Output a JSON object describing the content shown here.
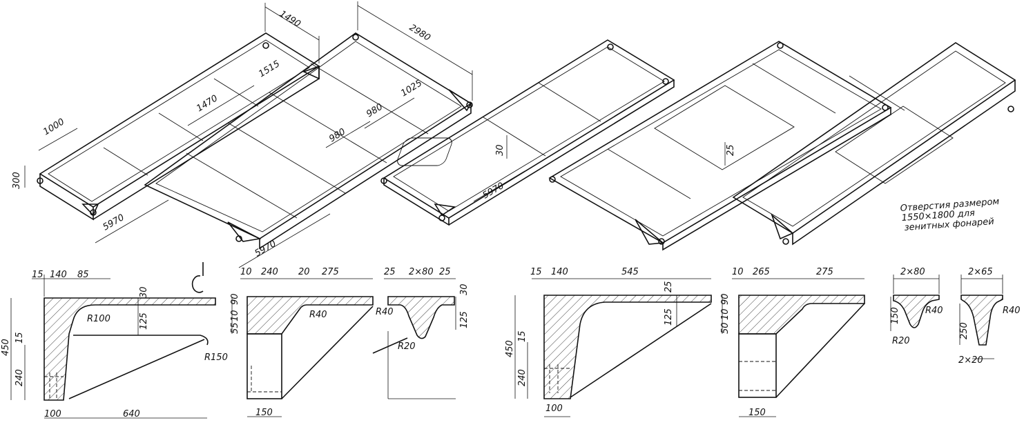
{
  "panels_3d": {
    "dims": {
      "w1490": "1490",
      "w2980": "2980",
      "d1515": "1515",
      "d1470": "1470",
      "d1025": "1025",
      "d980a": "980",
      "d980b": "980",
      "d1000": "1000",
      "h300": "300",
      "l5970a": "5970",
      "l5970b": "5970",
      "l5970c": "5970",
      "t30": "30",
      "t25": "25"
    },
    "note": {
      "line1": "Отверстия размером",
      "line2": "1550×1800 для",
      "line3": "зенитных фонарей"
    }
  },
  "sections": {
    "s1": {
      "d15": "15",
      "d140": "140",
      "d85": "85",
      "d30": "30",
      "d450": "450",
      "d15v": "15",
      "d240": "240",
      "d125": "125",
      "d100": "100",
      "d640": "640",
      "r100": "R100",
      "r150": "R150"
    },
    "s2": {
      "d10": "10",
      "d240": "240",
      "d20": "20",
      "d275": "275",
      "d90": "90",
      "d10v": "10",
      "d55": "55",
      "d150": "150",
      "r40": "R40"
    },
    "s3": {
      "d25a": "25",
      "d2x80": "2×80",
      "d25b": "25",
      "d30": "30",
      "d125": "125",
      "r40": "R40",
      "r20": "R20"
    },
    "s4": {
      "d15": "15",
      "d140": "140",
      "d545": "545",
      "d25": "25",
      "d450": "450",
      "d15v": "15",
      "d240": "240",
      "d125": "125",
      "d100": "100"
    },
    "s5": {
      "d10": "10",
      "d265": "265",
      "d275": "275",
      "d90": "90",
      "d10v": "10",
      "d50": "50",
      "d150": "150"
    },
    "s6": {
      "d2x80": "2×80",
      "d150": "150",
      "r40": "R40",
      "r20": "R20"
    },
    "s7": {
      "d2x65": "2×65",
      "d250": "250",
      "r40": "R40",
      "d2x20": "2×20"
    }
  }
}
